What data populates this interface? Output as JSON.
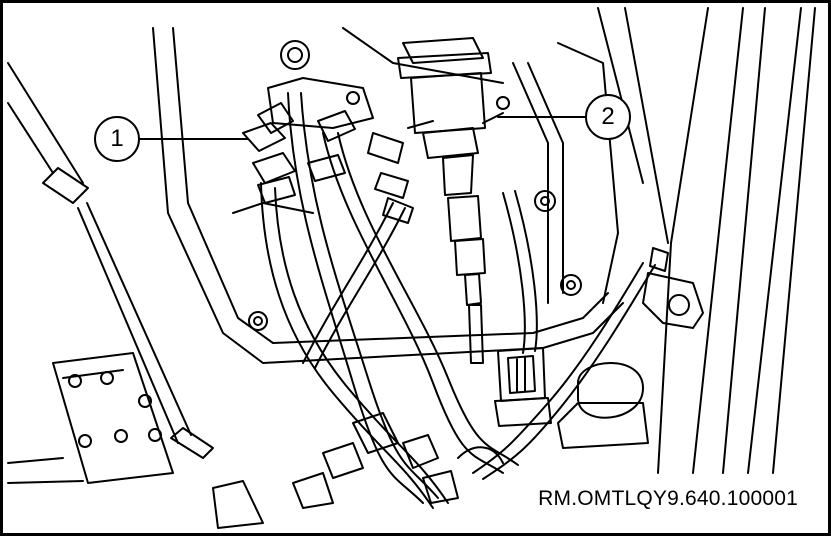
{
  "callouts": [
    {
      "number": "1"
    },
    {
      "number": "2"
    }
  ],
  "reference_code": "RM.OMTLQY9.640.100001",
  "colors": {
    "line": "#000000",
    "background": "#ffffff"
  }
}
